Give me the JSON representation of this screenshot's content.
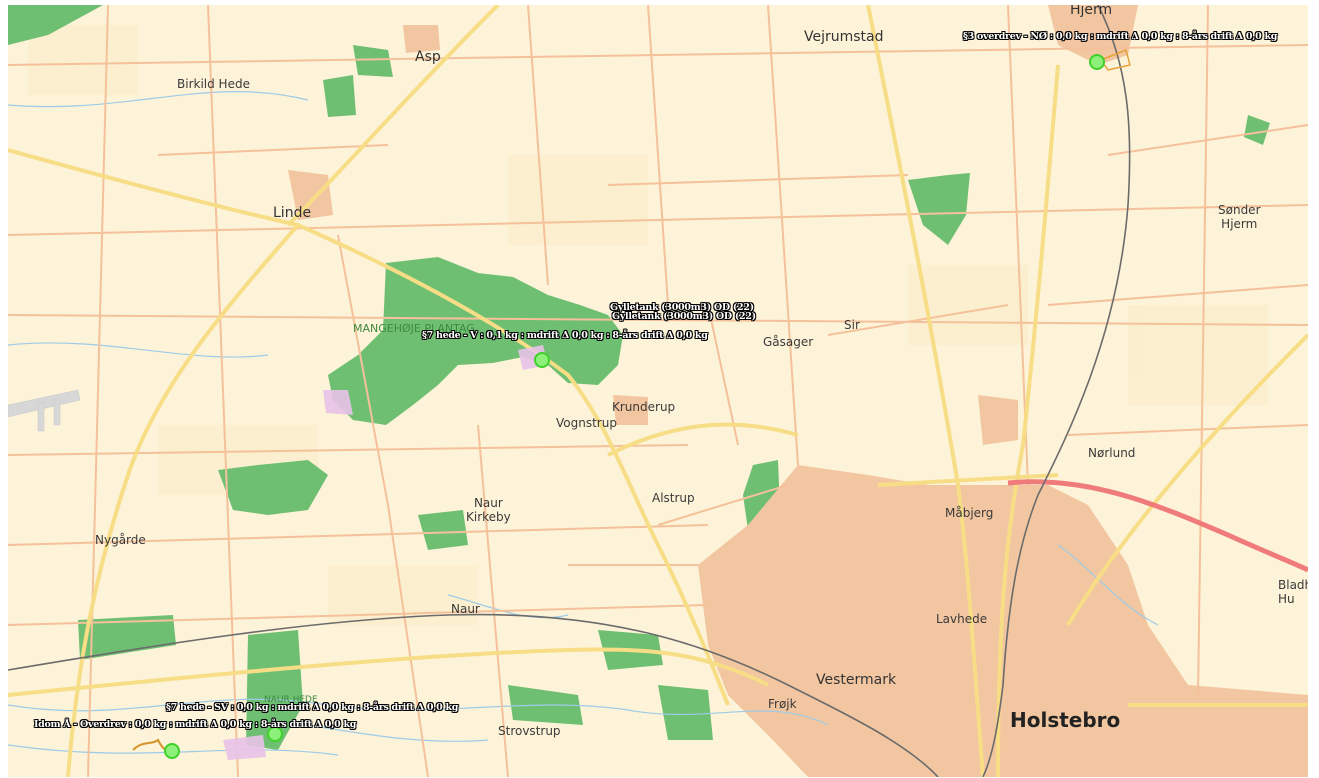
{
  "map": {
    "places": [
      {
        "id": "asp",
        "text": "Asp",
        "size": "mid"
      },
      {
        "id": "vejrumstad",
        "text": "Vejrumstad",
        "size": "mid"
      },
      {
        "id": "hjerm",
        "text": "Hjerm",
        "size": "mid"
      },
      {
        "id": "birkild-hede",
        "text": "Birkild Hede",
        "size": "normal"
      },
      {
        "id": "linde",
        "text": "Linde",
        "size": "mid"
      },
      {
        "id": "sonder-hjerm",
        "text": "Sønder\nHjerm",
        "size": "normal"
      },
      {
        "id": "mangehoje",
        "text": "MANGEHØJE PLANTAG",
        "size": "forest"
      },
      {
        "id": "gasager",
        "text": "Gåsager",
        "size": "normal"
      },
      {
        "id": "sir",
        "text": "Sir",
        "size": "normal"
      },
      {
        "id": "krunderup",
        "text": "Krunderup",
        "size": "normal"
      },
      {
        "id": "vognstrup",
        "text": "Vognstrup",
        "size": "normal"
      },
      {
        "id": "norlund",
        "text": "Nørlund",
        "size": "normal"
      },
      {
        "id": "naur-kirkeby",
        "text": "Naur\nKirkeby",
        "size": "normal"
      },
      {
        "id": "alstrup",
        "text": "Alstrup",
        "size": "normal"
      },
      {
        "id": "mabjerg",
        "text": "Måbjerg",
        "size": "normal"
      },
      {
        "id": "nygarde",
        "text": "Nygårde",
        "size": "normal"
      },
      {
        "id": "naur",
        "text": "Naur",
        "size": "normal"
      },
      {
        "id": "lavhede",
        "text": "Lavhede",
        "size": "normal"
      },
      {
        "id": "bladh",
        "text": "Bladh\nHu",
        "size": "normal"
      },
      {
        "id": "vestermark",
        "text": "Vestermark",
        "size": "mid"
      },
      {
        "id": "frojk",
        "text": "Frøjk",
        "size": "normal"
      },
      {
        "id": "holstebro",
        "text": "Holstebro",
        "size": "big"
      },
      {
        "id": "strovstrup",
        "text": "Strovstrup",
        "size": "normal"
      },
      {
        "id": "naur-hede",
        "text": "NAUR HEDE",
        "size": "forest-small"
      }
    ],
    "overlay_labels": [
      {
        "id": "label-hjerm",
        "text": "§3 overdrev - NØ : 0,0 kg : mdrift Δ 0,0 kg : 8-års drift Δ 0,0 kg"
      },
      {
        "id": "label-gylletank-a",
        "text": "Gylletank (3000m3) OD (22)"
      },
      {
        "id": "label-gylletank-b",
        "text": "Gylletank (3000m3) OD (22)"
      },
      {
        "id": "label-hede-v",
        "text": "§7 hede - V : 0,1 kg : mdrift Δ 0,0 kg : 8-års drift Δ 0,0 kg"
      },
      {
        "id": "label-hede-sv",
        "text": "§7 hede - SV : 0,0 kg : mdrift Δ 0,0 kg : 8-års drift Δ 0,0 kg"
      },
      {
        "id": "label-idom",
        "text": "Idom Å - Overdrev : 0,0 kg : mdrift Δ 0,0 kg : 8-års drift Δ 0,0 kg"
      }
    ],
    "colors": {
      "background": "#fdf3d8",
      "road_minor": "#f4c19a",
      "road_major": "#f7dd85",
      "forest": "#6fbf73",
      "urban": "#f2c6a0",
      "water": "#9ecbe8",
      "railway": "#6b6b6b",
      "motorway": "#ef7b7b",
      "marker_fill": "#8df07a",
      "marker_stroke": "#3fd02a"
    }
  }
}
